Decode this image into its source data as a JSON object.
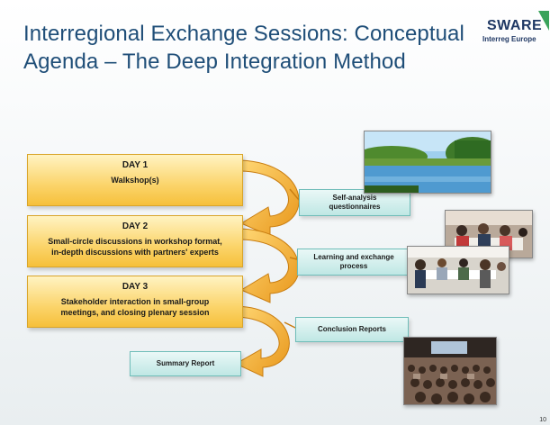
{
  "slide": {
    "title_line1": "Interregional Exchange Sessions: Conceptual",
    "title_line2": "Agenda – The Deep Integration Method",
    "page_number": "10"
  },
  "logo": {
    "main": "SWARE",
    "sub": "Interreg Europe",
    "accent_color": "#3aa35b"
  },
  "days": [
    {
      "title": "DAY 1",
      "text_lines": [
        "Walkshop(s)"
      ]
    },
    {
      "title": "DAY 2",
      "text_lines": [
        "Small-circle discussions in workshop format,",
        "in-depth discussions with partners' experts"
      ]
    },
    {
      "title": "DAY 3",
      "text_lines": [
        "Stakeholder interaction in small-group",
        "meetings, and closing plenary session"
      ]
    }
  ],
  "outputs": [
    {
      "lines": [
        "Self-analysis",
        "questionnaires"
      ]
    },
    {
      "lines": [
        "Learning and exchange",
        "process"
      ]
    },
    {
      "lines": [
        "Conclusion Reports"
      ]
    },
    {
      "lines": [
        "Summary Report"
      ]
    }
  ],
  "photos": [
    {
      "name": "river-landscape-photo",
      "subject": "river landscape"
    },
    {
      "name": "meeting-photo",
      "subject": "small-group meeting"
    },
    {
      "name": "workshop-photo",
      "subject": "workshop discussion"
    },
    {
      "name": "plenary-photo",
      "subject": "plenary session audience"
    }
  ],
  "colors": {
    "title": "#1f4e78",
    "day_box": "#fbd46a",
    "output_box": "#bfe7e4",
    "arrow": "#f2a81d"
  }
}
